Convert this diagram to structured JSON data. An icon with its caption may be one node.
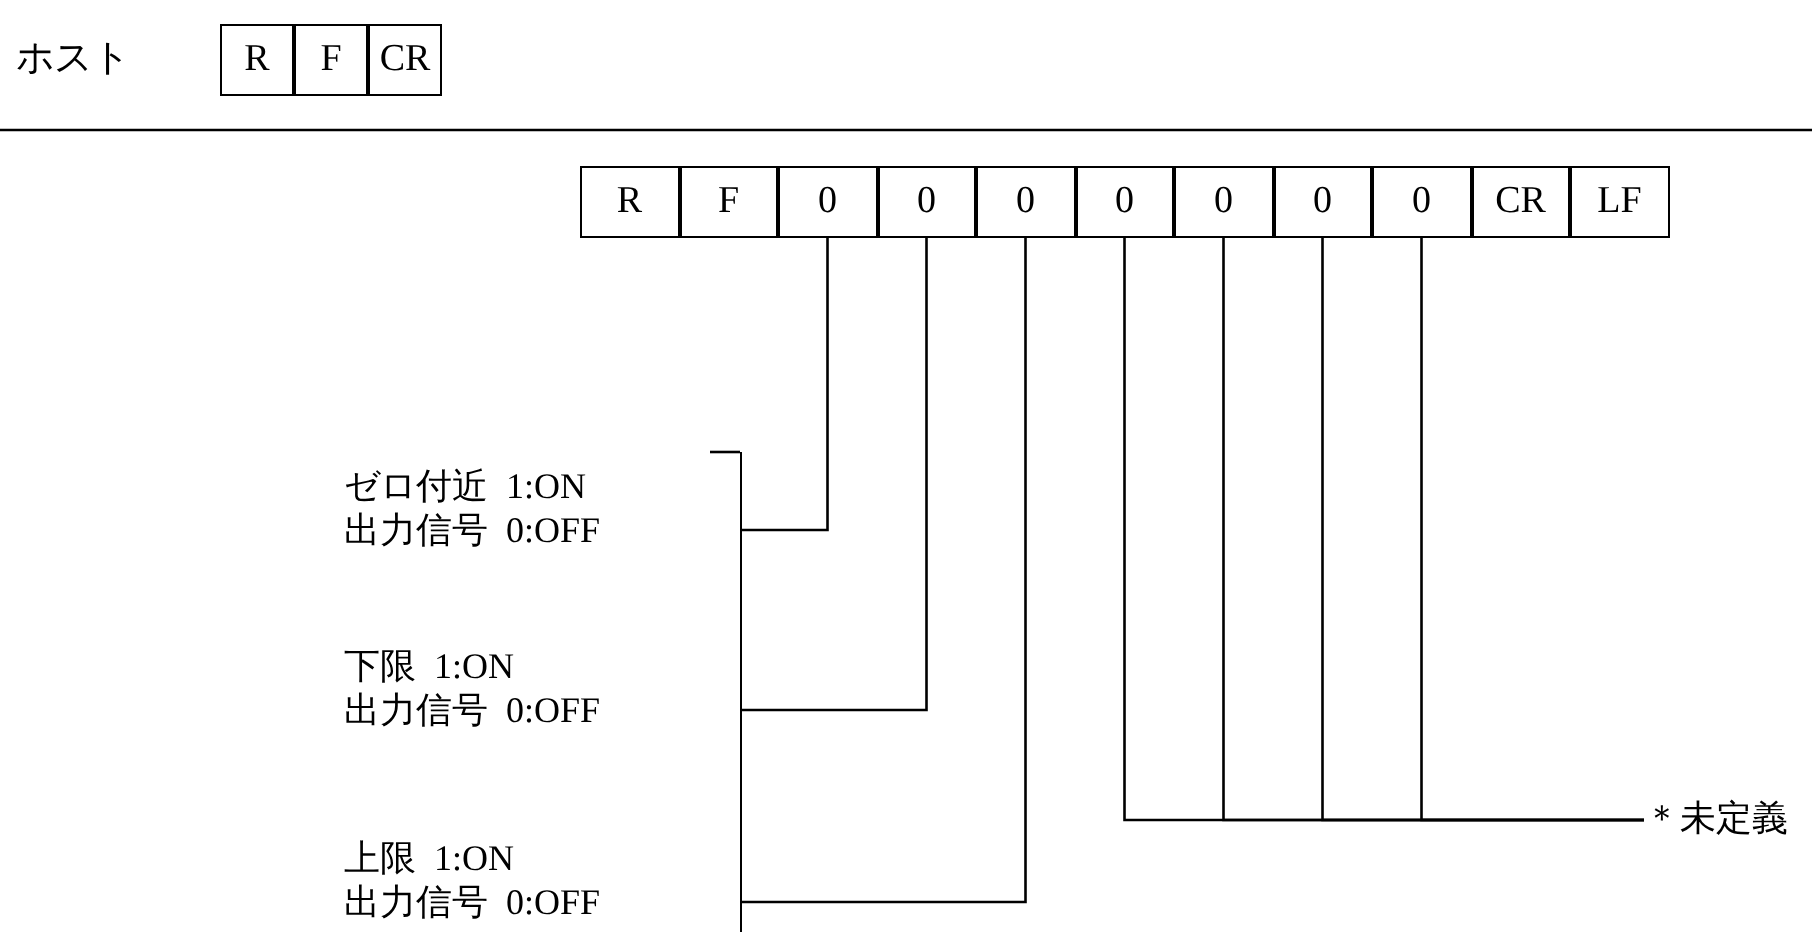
{
  "diagram": {
    "nodes": [
      {
        "text": [
          "R"
        ]
      },
      {
        "text": [
          "F"
        ]
      },
      {
        "text": [
          "CR"
        ]
      },
      {
        "text": [
          "R"
        ]
      },
      {
        "text": [
          "F"
        ]
      },
      {
        "text": [
          "0"
        ]
      },
      {
        "text": [
          "0"
        ]
      },
      {
        "text": [
          "0"
        ]
      },
      {
        "text": [
          "0"
        ]
      },
      {
        "text": [
          "0"
        ]
      },
      {
        "text": [
          "0"
        ]
      },
      {
        "text": [
          "0"
        ]
      },
      {
        "text": [
          "CR"
        ]
      },
      {
        "text": [
          "LF"
        ]
      },
      {
        "text": [
          "ゼロ付近 1:ON",
          "出力信号 0:OFF"
        ]
      },
      {
        "text": [
          "下限 1:ON",
          "出力信号 0:OFF"
        ]
      },
      {
        "text": [
          "上限 1:ON",
          "出力信号 0:OFF"
        ]
      },
      {
        "text": [
          "＊未定義"
        ]
      }
    ],
    "edges": [
      {
        "from": 14,
        "to": 5,
        "arrow": "none"
      },
      {
        "from": 15,
        "to": 6,
        "arrow": "none"
      },
      {
        "from": 16,
        "to": 7,
        "arrow": "none"
      },
      {
        "from": 17,
        "to": 8,
        "arrow": "none"
      },
      {
        "from": 17,
        "to": 9,
        "arrow": "none"
      },
      {
        "from": 17,
        "to": 10,
        "arrow": "none"
      },
      {
        "from": 17,
        "to": 11,
        "arrow": "none"
      }
    ],
    "labels": [
      "ホスト"
    ]
  }
}
